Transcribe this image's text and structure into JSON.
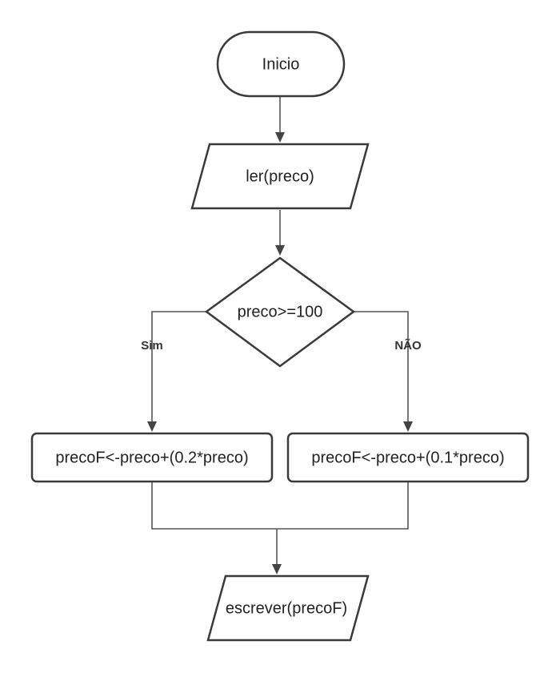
{
  "nodes": {
    "start": "Inicio",
    "input": "ler(preco)",
    "decision": "preco>=100",
    "yes_process": "precoF<-preco+(0.2*preco)",
    "no_process": "precoF<-preco+(0.1*preco)",
    "output": "escrever(precoF)"
  },
  "edges": {
    "yes_label": "Sim",
    "no_label": "NÃO"
  }
}
